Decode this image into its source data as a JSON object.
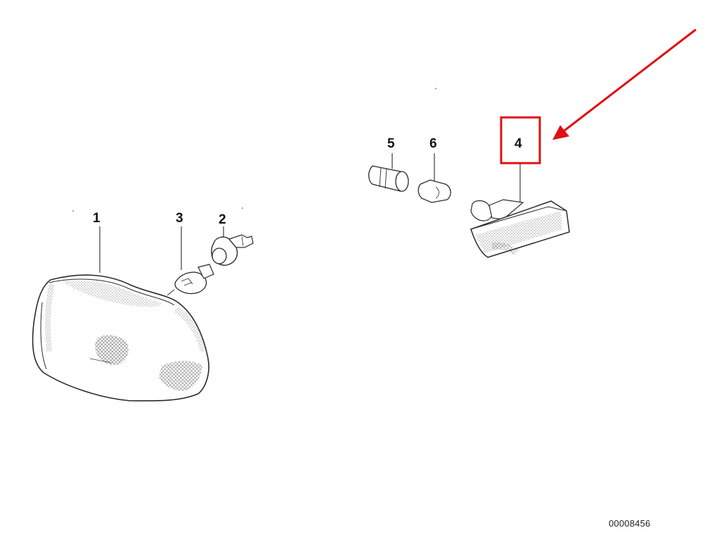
{
  "diagram": {
    "reference_number": "00008456",
    "callouts": [
      {
        "id": "1",
        "part": "turn-signal-lens"
      },
      {
        "id": "2",
        "part": "bulb-socket"
      },
      {
        "id": "3",
        "part": "bulb"
      },
      {
        "id": "4",
        "part": "side-marker-light"
      },
      {
        "id": "5",
        "part": "bulb-holder"
      },
      {
        "id": "6",
        "part": "wedge-bulb"
      }
    ],
    "highlight": {
      "target": "4",
      "color": "#e01010"
    },
    "arrow": {
      "target": "4",
      "color": "#e01010"
    },
    "line_color": "#2a2a2a"
  }
}
